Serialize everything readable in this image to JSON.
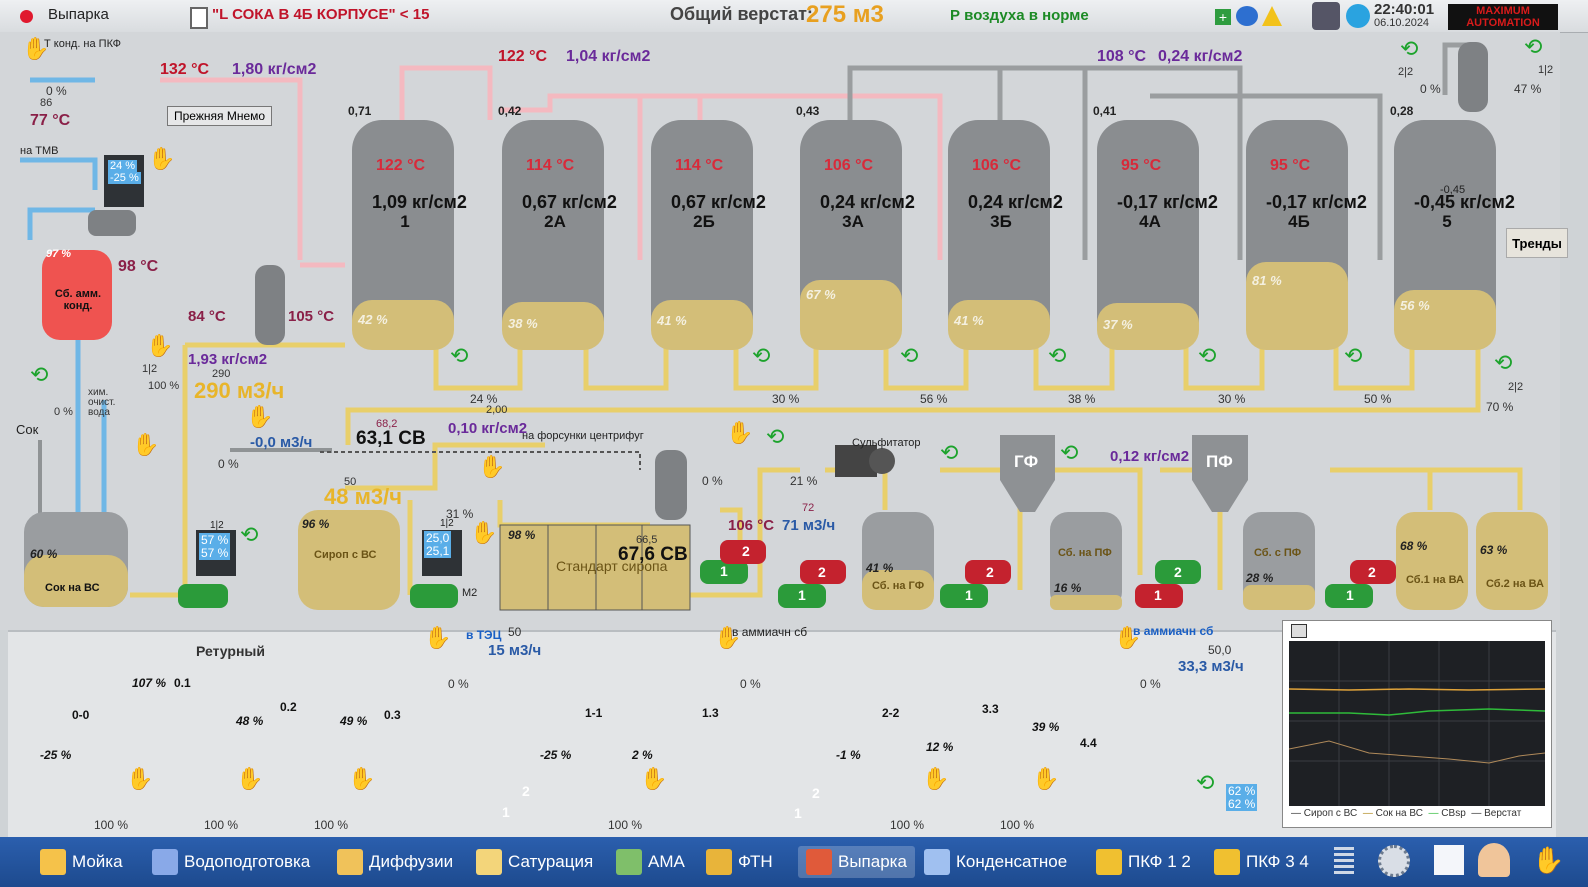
{
  "header": {
    "app_name": "Выпарка",
    "alarm_text": "\"L СОКА В 4Б КОРПУСЕ\" < 15",
    "output_label": "Общий верстат:",
    "output_value": "275 м3",
    "air_status": "Р воздуха в норме",
    "time": "22:40:01",
    "date": "06.10.2024",
    "logo_text": "MAXIMUM AUTOMATION"
  },
  "left": {
    "t_kond_label": "Т конд. на ПКФ",
    "valve_pct": "0 %",
    "valve_val": "86",
    "temp_77": "77 °C",
    "na_tmv": "на ТМВ",
    "pump_disp_a": "24 %",
    "pump_disp_b": "-25 %",
    "tank_pct": "97 %",
    "tank_name": "Сб. амм. конд.",
    "tank_temp": "98 °C",
    "temp_84": "84 °C",
    "temp_105": "105 °C",
    "pressure_193": "1,93 кг/см2",
    "label_290_small": "290",
    "flow_290": "290 м3/ч",
    "valve_12": "1|2",
    "valve_100": "100 %",
    "valve_0": "0 %",
    "chem_water": "хим. очист. вода",
    "sok": "Сок",
    "sok_tank_pct": "60 %",
    "sok_tank_name": "Сок на ВС",
    "pump_disp_c": "57 %",
    "pump_disp_d": "57 %",
    "pump_disp_c_hdr": "1|2"
  },
  "steam": {
    "temp_132": "132 °C",
    "pressure_180": "1,80 кг/см2",
    "temp_122": "122 °C",
    "pressure_104": "1,04 кг/см2",
    "temp_108": "108 °C",
    "pressure_024": "0,24 кг/см2",
    "prev_mnemo": "Прежняя Мнемо",
    "trends": "Тренды"
  },
  "vessels": [
    {
      "name": "1",
      "temp": "122 °C",
      "pressure": "1,09 кг/см2",
      "level": "42 %",
      "top": "0,71",
      "level_frac": 0.42
    },
    {
      "name": "2А",
      "temp": "114 °C",
      "pressure": "0,67 кг/см2",
      "level": "38 %",
      "top": "0,42",
      "level_frac": 0.38
    },
    {
      "name": "2Б",
      "temp": "114 °C",
      "pressure": "0,67 кг/см2",
      "level": "41 %",
      "top": "",
      "level_frac": 0.41
    },
    {
      "name": "3А",
      "temp": "106 °C",
      "pressure": "0,24 кг/см2",
      "level": "67 %",
      "top": "0,43",
      "level_frac": 0.67
    },
    {
      "name": "3Б",
      "temp": "106 °C",
      "pressure": "0,24 кг/см2",
      "level": "41 %",
      "top": "",
      "level_frac": 0.41
    },
    {
      "name": "4А",
      "temp": "95 °C",
      "pressure": "-0,17 кг/см2",
      "level": "37 %",
      "top": "0,41",
      "level_frac": 0.37
    },
    {
      "name": "4Б",
      "temp": "95 °C",
      "pressure": "-0,17 кг/см2",
      "level": "81 %",
      "top": "",
      "level_frac": 0.81
    },
    {
      "name": "5",
      "temp": "",
      "pressure": "-0,45 кг/см2",
      "level": "56 %",
      "top": "0,28",
      "level_frac": 0.56
    }
  ],
  "vessel5_small": "-0,45",
  "valves_row": [
    "24 %",
    "30 %",
    "56 %",
    "38 %",
    "30 %",
    "50 %"
  ],
  "right_top": {
    "v1_hdr": "2|2",
    "v1": "0 %",
    "v2_hdr": "1|2",
    "v2": "47 %",
    "v3_hdr": "2|2",
    "v3": "70 %"
  },
  "middle": {
    "flow_00": "-0,0 м3/ч",
    "valve_0b": "0 %",
    "sv_small": "68,2",
    "sv_631": "63,1 СВ",
    "pressure_010": "0,10 кг/см2",
    "to_nozzles": "на форсунки центрифуг",
    "label_200": "2,00",
    "label_50": "50",
    "flow_48": "48 м3/ч",
    "syrup_tank_pct": "96 %",
    "syrup_tank_name": "Сироп с ВС",
    "valve_31": "31 %",
    "pump_disp_e": "25,0",
    "pump_disp_f": "25,1",
    "pump_disp_e_hdr": "1|2",
    "m2": "М2",
    "std_pct": "98 %",
    "std_name": "Стандарт сиропа",
    "std_small": "66,5",
    "std_sv": "67,6 СВ",
    "temp_106": "106 °C",
    "flow_71": "71 м3/ч",
    "label_72": "72",
    "valve_0c": "0 %",
    "valve_21": "21 %",
    "sulfitator": "Сульфитатор",
    "gf": "ГФ",
    "pf": "ПФ",
    "pressure_012": "0,12 кг/см2",
    "sb_gf_pct": "41 %",
    "sb_gf": "Сб. на ГФ",
    "sb_pf_pct": "16 %",
    "sb_pf": "Сб. на ПФ",
    "sb_spf_pct": "28 %",
    "sb_spf": "Сб. с ПФ",
    "sb_va1_pct": "68 %",
    "sb_va1": "Сб.1 на ВА",
    "sb_va2_pct": "63 %",
    "sb_va2": "Сб.2 на ВА",
    "pump_1": "1",
    "pump_2": "2"
  },
  "bottom": {
    "returny": "Ретурный",
    "to_tec": "в ТЭЦ",
    "tec_50": "50",
    "flow_15": "15 м3/ч",
    "to_amm1": "в аммиачн сб",
    "to_amm2": "в аммиачн сб",
    "amm2_val": "50,0",
    "flow_333": "33,3 м3/ч",
    "valve_0d": "0 %",
    "valve_0e": "0 %",
    "valve_0f": "0 %",
    "tanks": [
      {
        "name": "0-0",
        "level": "-25 %"
      },
      {
        "name": "0.1",
        "level": "107 %"
      },
      {
        "name": "0.2",
        "level": "48 %"
      },
      {
        "name": "0.3",
        "level": "49 %"
      },
      {
        "name": "1-1",
        "level": "-25 %"
      },
      {
        "name": "1.3",
        "level": "2 %"
      },
      {
        "name": "2-2",
        "level": "-1 %"
      },
      {
        "name": "3.3",
        "level": "12 %"
      },
      {
        "name": "4.4",
        "level": "39 %"
      }
    ],
    "bottom_valves": [
      "100 %",
      "100 %",
      "100 %",
      "100 %",
      "100 %",
      "100 %"
    ],
    "pump_disp_g": "62 %",
    "pump_disp_h": "62 %"
  },
  "trend_legend": [
    "Сироп с ВС",
    "Сок на ВС",
    "СВsp",
    "Верстат"
  ],
  "taskbar": [
    "Мойка",
    "Водоподготовка",
    "Диффузии",
    "Сатурация",
    "АМА",
    "ФТН",
    "Выпарка",
    "Конденсатное",
    "ПКФ 1 2",
    "ПКФ 3 4"
  ],
  "colors": {
    "steam": "#f4b9c0",
    "syrup": "#e8cf6a",
    "water": "#6fb7e6",
    "gas": "#9a9d9f",
    "green_pump": "#2b9b3a",
    "red_pump": "#c4222e",
    "taskbar": "#1d4a8e"
  }
}
